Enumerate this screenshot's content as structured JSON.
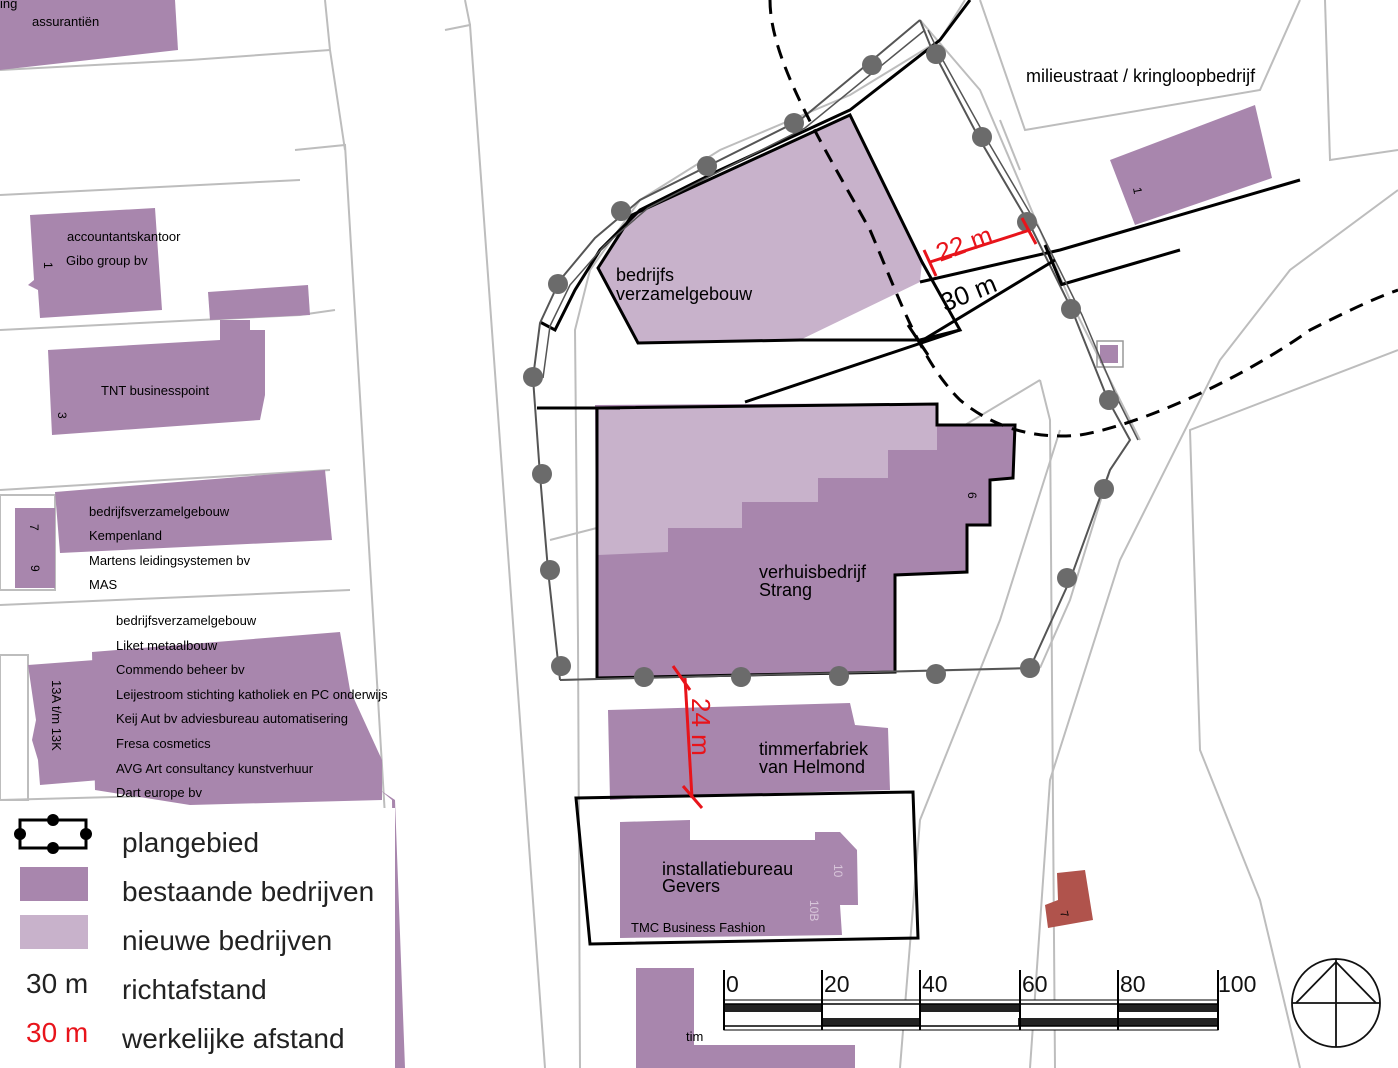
{
  "colors": {
    "existing": "#a886ad",
    "new": "#c8b2cb",
    "residential": "#b0534c",
    "street": "#bbbbbb",
    "real_distance": "#e8141b",
    "guide_distance": "#000000",
    "marker": "#6b6b6b"
  },
  "labels": {
    "assurantien": "assurantiën",
    "milieustraat": "milieustraat / kringloopbedrijf",
    "nr1_top": "1",
    "accountants": "accountantskantoor",
    "gibo": "Gibo group bv",
    "nr1_left": "1",
    "tnt": "TNT businesspoint",
    "nr3": "3",
    "bv1": "bedrijfsverzamelgebouw",
    "kempenland": "Kempenland",
    "martens": "Martens leidingsystemen bv",
    "mas": "MAS",
    "nr7": "7",
    "nr9": "9",
    "bv2": "bedrijfsverzamelgebouw",
    "liket": "Liket metaalbouw",
    "commendo": "Commendo beheer bv",
    "leijestroom": "Leijestroom stichting katholiek en PC onderwijs",
    "keij": "Keij Aut bv adviesbureau automatisering",
    "fresa": "Fresa cosmetics",
    "avg": "AVG Art consultancy kunstverhuur",
    "dart": "Dart europe bv",
    "nr13": "13A t/m 13K",
    "bedrijfs1": "bedrijfs",
    "bedrijfs2": "verzamelgebouw",
    "strang1": "verhuisbedrijf",
    "strang2": "Strang",
    "nr6": "6",
    "timmer1": "timmerfabriek",
    "timmer2": "van Helmond",
    "gevers1": "installatiebureau",
    "gevers2": "Gevers",
    "nr10": "10",
    "nr10b": "10B",
    "tmc": "TMC Business Fashion",
    "tim": "tim",
    "nr7_res": "7",
    "partial_top": "ing"
  },
  "distances": {
    "d22": "22 m",
    "d30": "30 m",
    "d24": "24 m"
  },
  "legend": {
    "plangebied": "plangebied",
    "bestaande": "bestaande bedrijven",
    "nieuwe": "nieuwe bedrijven",
    "richt_sample": "30 m",
    "richt": "richtafstand",
    "werk_sample": "30 m",
    "werk": "werkelijke afstand"
  },
  "scale": {
    "ticks": [
      "0",
      "20",
      "40",
      "60",
      "80",
      "100"
    ]
  }
}
